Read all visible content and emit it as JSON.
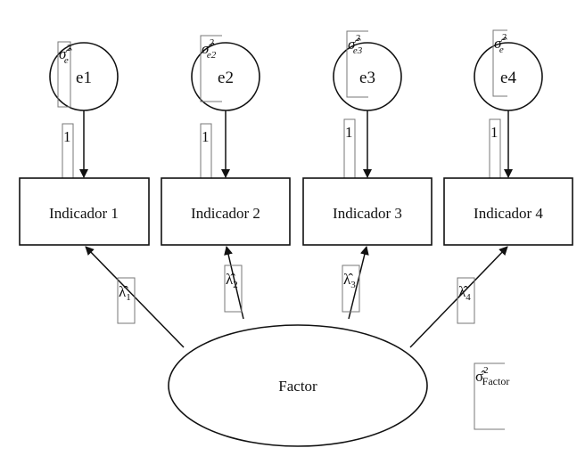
{
  "errors": [
    {
      "label": "e1",
      "variance": "σ̂",
      "variance_sub": "e",
      "variance_sup": "2",
      "path_label": "1"
    },
    {
      "label": "e2",
      "variance": "σ̂",
      "variance_sub": "e2",
      "variance_sup": "2",
      "path_label": "1"
    },
    {
      "label": "e3",
      "variance": "σ̂",
      "variance_sub": "e3",
      "variance_sup": "2",
      "path_label": "1"
    },
    {
      "label": "e4",
      "variance": "σ̂",
      "variance_sub": "e",
      "variance_sup": "2",
      "path_label": "1"
    }
  ],
  "indicators": [
    "Indicador 1",
    "Indicador 2",
    "Indicador 3",
    "Indicador 4"
  ],
  "loadings": [
    {
      "symbol": "λ̂",
      "sub": "1"
    },
    {
      "symbol": "λ̂",
      "sub": "2"
    },
    {
      "symbol": "λ̂",
      "sub": "3"
    },
    {
      "symbol": "λ̂",
      "sub": "4"
    }
  ],
  "factor": {
    "label": "Factor",
    "variance": "σ̂",
    "variance_sup": "2",
    "variance_sub": "Factor"
  }
}
